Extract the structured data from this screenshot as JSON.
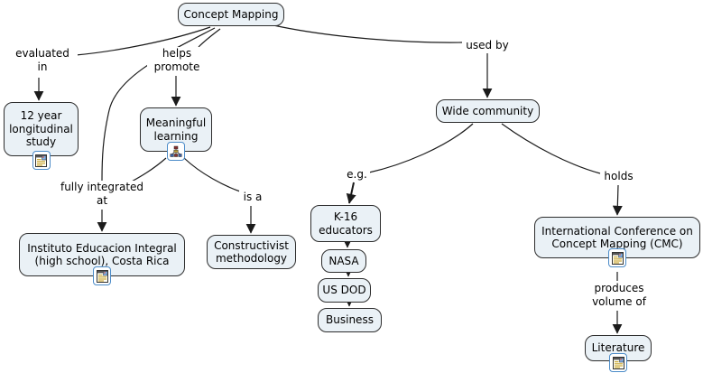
{
  "diagram": {
    "title": "Concept Mapping",
    "colors": {
      "node_fill": "#eaf1f6",
      "node_border": "#2d2d2d",
      "edge_line": "#1b1b1b",
      "resource_icon_border": "#4b8bc8"
    },
    "nodes": {
      "concept_mapping": {
        "label": "Concept Mapping"
      },
      "longitudinal_study": {
        "label": "12 year\nlongitudinal\nstudy",
        "icon": "document-resource-icon"
      },
      "meaningful_learning": {
        "label": "Meaningful\nlearning",
        "icon": "concept-map-resource-icon"
      },
      "instituto": {
        "label": "Instituto Educacion Integral\n(high school), Costa Rica",
        "icon": "document-resource-icon"
      },
      "constructivist": {
        "label": "Constructivist\nmethodology"
      },
      "k16_educators": {
        "label": "K-16\neducators"
      },
      "nasa": {
        "label": "NASA"
      },
      "us_dod": {
        "label": "US DOD"
      },
      "business": {
        "label": "Business"
      },
      "wide_community": {
        "label": "Wide community"
      },
      "cmc": {
        "label": "International Conference on\nConcept Mapping (CMC)",
        "icon": "document-resource-icon"
      },
      "literature": {
        "label": "Literature",
        "icon": "document-resource-icon"
      }
    },
    "links": {
      "evaluated_in": "evaluated\nin",
      "helps_promote": "helps\npromote",
      "used_by": "used by",
      "fully_integrated_at": "fully integrated\nat",
      "is_a": "is a",
      "eg": "e.g.",
      "holds": "holds",
      "produces_volume_of": "produces\nvolume of"
    },
    "edges": [
      {
        "from": "Concept Mapping",
        "label": "evaluated in",
        "to": "12 year longitudinal study"
      },
      {
        "from": "Concept Mapping",
        "label": "helps promote",
        "to": "Meaningful learning"
      },
      {
        "from": "Concept Mapping",
        "label": "fully integrated at",
        "to": "Instituto Educacion Integral (high school), Costa Rica"
      },
      {
        "from": "Meaningful learning",
        "label": "fully integrated at",
        "to": "Instituto Educacion Integral (high school), Costa Rica"
      },
      {
        "from": "Meaningful learning",
        "label": "is a",
        "to": "Constructivist methodology"
      },
      {
        "from": "Concept Mapping",
        "label": "used by",
        "to": "Wide community"
      },
      {
        "from": "Wide community",
        "label": "e.g.",
        "to": "K-16 educators"
      },
      {
        "from": "Wide community",
        "label": "e.g.",
        "to": "NASA"
      },
      {
        "from": "Wide community",
        "label": "e.g.",
        "to": "US DOD"
      },
      {
        "from": "Wide community",
        "label": "e.g.",
        "to": "Business"
      },
      {
        "from": "Wide community",
        "label": "holds",
        "to": "International Conference on Concept Mapping (CMC)"
      },
      {
        "from": "International Conference on Concept Mapping (CMC)",
        "label": "produces volume of",
        "to": "Literature"
      }
    ]
  }
}
